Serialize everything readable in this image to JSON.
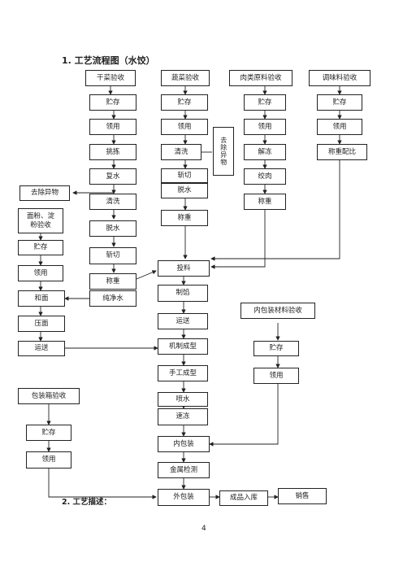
{
  "heading1": "1.  工艺流程图（水饺）",
  "heading2": "2.  工艺描述：",
  "page_number": "4",
  "nodes": {
    "gan_cai_yan_shou": "干菜验收",
    "shu_cai_yan_shou": "蔬菜验收",
    "rou_lei_yan_shou": "肉类原料验收",
    "tiao_wei_yan_shou": "调味料验收",
    "gc_zhu_cun": "贮存",
    "sc_zhu_cun": "贮存",
    "rl_zhu_cun": "贮存",
    "tw_zhu_cun": "贮存",
    "gc_ling_yong": "领用",
    "sc_ling_yong": "领用",
    "rl_ling_yong": "领用",
    "tw_ling_yong": "领用",
    "tiao_jian": "挑拣",
    "sc_qing_xi": "清洗",
    "qu_chu_yi_wu_v": "去除异物",
    "jie_dong": "解冻",
    "cheng_zhong_pei_bi": "称重配比",
    "fu_shui": "复水",
    "sc_zhan_qie": "斩切",
    "jiao_rou": "绞肉",
    "qu_chu_yi_wu": "去除异物",
    "gc_qing_xi": "清洗",
    "sc_tuo_shui": "脱水",
    "rl_cheng_zhong": "称重",
    "mian_fen": "面粉、淀粉验收",
    "gc_tuo_shui": "脱水",
    "sc_cheng_zhong": "称重",
    "mf_zhu_cun": "贮存",
    "gc_zhan_qie": "斩切",
    "mf_ling_yong": "领用",
    "gc_cheng_zhong": "称重",
    "tou_liao": "投料",
    "he_mian": "和面",
    "chun_jing_shui": "纯净水",
    "zhi_xian": "制馅",
    "ya_mian": "压面",
    "yun_song_r": "运送",
    "nei_bao_zhuang_yan_shou": "内包装材料验收",
    "yun_song_l": "运送",
    "ji_zhi_cheng_xing": "机制成型",
    "nb_zhu_cun": "贮存",
    "shou_gong_cheng_xing": "手工成型",
    "nb_ling_yong": "领用",
    "bao_zhuang_xiang_yan_shou": "包装箱验收",
    "pen_shui": "喷水",
    "su_dong": "速冻",
    "bx_zhu_cun": "贮存",
    "nei_bao_zhuang": "内包装",
    "bx_ling_yong": "领用",
    "jin_shu_jian_ce": "金属检测",
    "wai_bao_zhuang": "外包装",
    "cheng_pin_ru_ku": "成品入库",
    "xiao_shou": "销售"
  }
}
